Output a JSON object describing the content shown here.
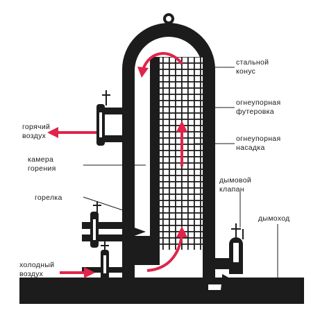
{
  "labels": {
    "steel_cone": [
      "стальной",
      "конус"
    ],
    "refractory_lining": [
      "огнеупорная",
      "футеровка"
    ],
    "refractory_packing": [
      "огнеупорная",
      "насадка"
    ],
    "hot_air": [
      "горячий",
      "воздух"
    ],
    "combustion_chamber": [
      "камера",
      "горения"
    ],
    "burner": [
      "горелка"
    ],
    "smoke_valve": [
      "дымовой",
      "клапан"
    ],
    "chimney_flue": [
      "дымоход"
    ],
    "cold_air": [
      "холодный",
      "воздух"
    ]
  },
  "colors": {
    "structure": "#1c1c1c",
    "arrow": "#e0244a",
    "checker_grid": "#1c1c1c",
    "background": "#ffffff"
  },
  "icons": [
    "valve-icon",
    "arrow-icon"
  ]
}
